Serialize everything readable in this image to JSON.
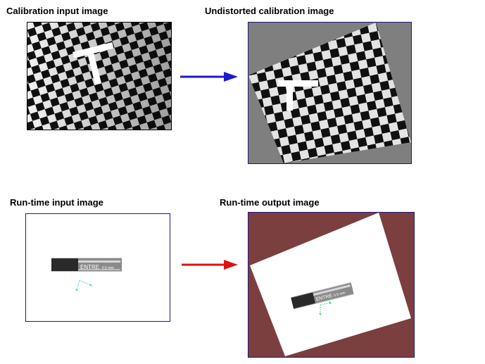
{
  "captions": {
    "calibration_input": "Calibration input image",
    "undistorted_calibration": "Undistorted calibration image",
    "runtime_input": "Run-time input image",
    "runtime_output": "Run-time output image"
  },
  "part_label": {
    "brand": "ENTRE",
    "size": "0.5 mm"
  },
  "colors": {
    "blue_arrow": "#1a1acc",
    "red_arrow": "#dd1111",
    "gray_background": "#7f7f7f",
    "maroon_background": "#7b3f40",
    "frame_blue": "#1c1c7a",
    "frame_black": "#000000",
    "axes_cyan": "#33cccc",
    "axes_green": "#33cc66"
  },
  "icons": [
    "arrow-right-icon",
    "coordinate-axes-icon"
  ]
}
